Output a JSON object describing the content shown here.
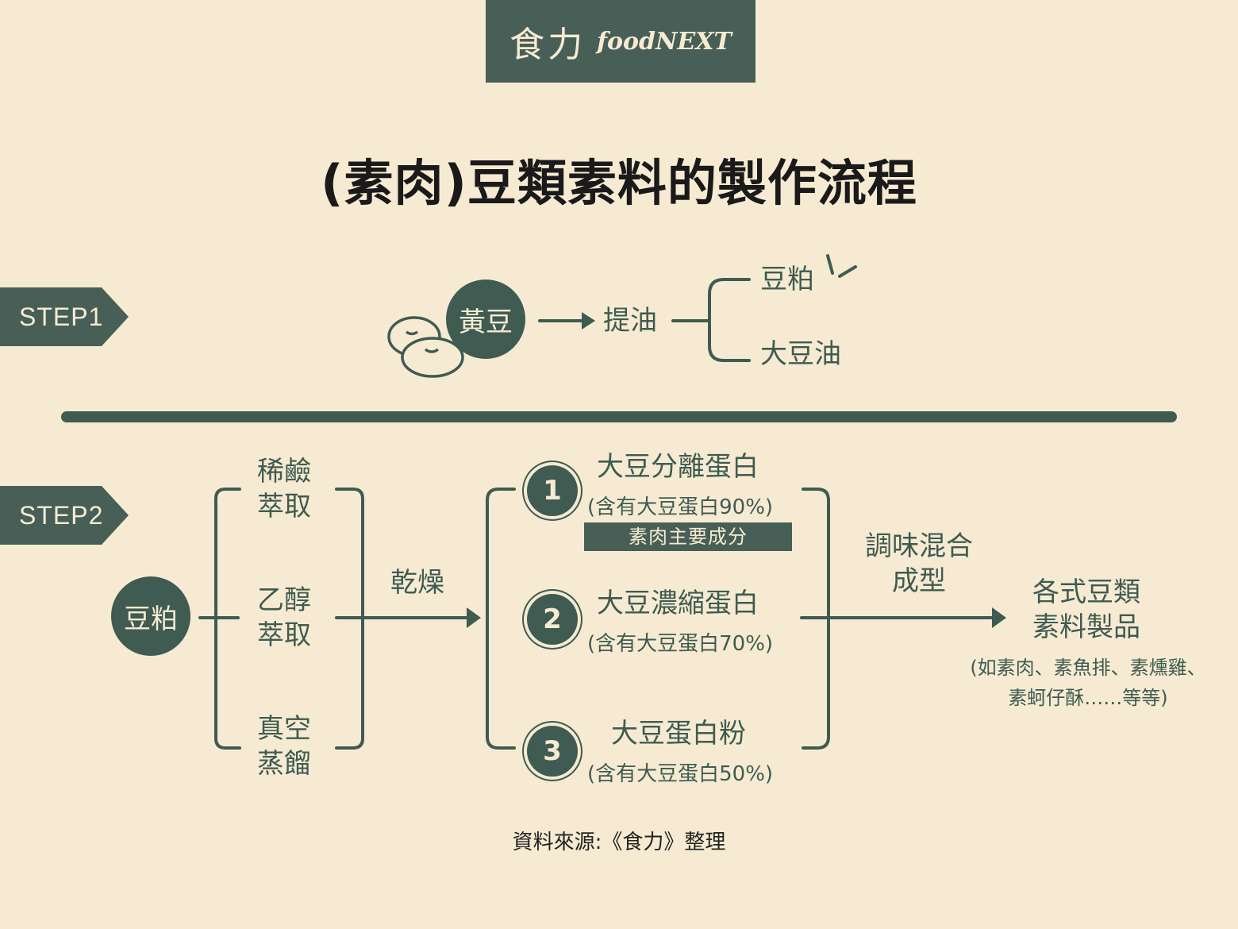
{
  "logo": {
    "cn": "食力",
    "en": "foodNEXT"
  },
  "title": "(素肉)豆類素料的製作流程",
  "colors": {
    "background": "#f6ebd2",
    "accent": "#475f56",
    "text_dark": "#1a1a1a"
  },
  "step1": {
    "label": "STEP1",
    "start": "黃豆",
    "process": "提油",
    "outputs": [
      "豆粕",
      "大豆油"
    ],
    "icons": [
      "soybean-icon",
      "highlight-sparkle-icon"
    ]
  },
  "step2": {
    "label": "STEP2",
    "start": "豆粕",
    "extraction_methods": [
      "稀鹼\n萃取",
      "乙醇\n萃取",
      "真空\n蒸餾"
    ],
    "drying": "乾燥",
    "products": [
      {
        "number": "1",
        "name": "大豆分離蛋白",
        "detail": "(含有大豆蛋白90%)",
        "tag": "素肉主要成分"
      },
      {
        "number": "2",
        "name": "大豆濃縮蛋白",
        "detail": "(含有大豆蛋白70%)"
      },
      {
        "number": "3",
        "name": "大豆蛋白粉",
        "detail": "(含有大豆蛋白50%)"
      }
    ],
    "mixing": "調味混合\n成型",
    "final": {
      "name": "各式豆類\n素料製品",
      "examples": "(如素肉、素魚排、素燻雞、\n素蚵仔酥……等等)"
    }
  },
  "source": "資料來源:《食力》整理"
}
